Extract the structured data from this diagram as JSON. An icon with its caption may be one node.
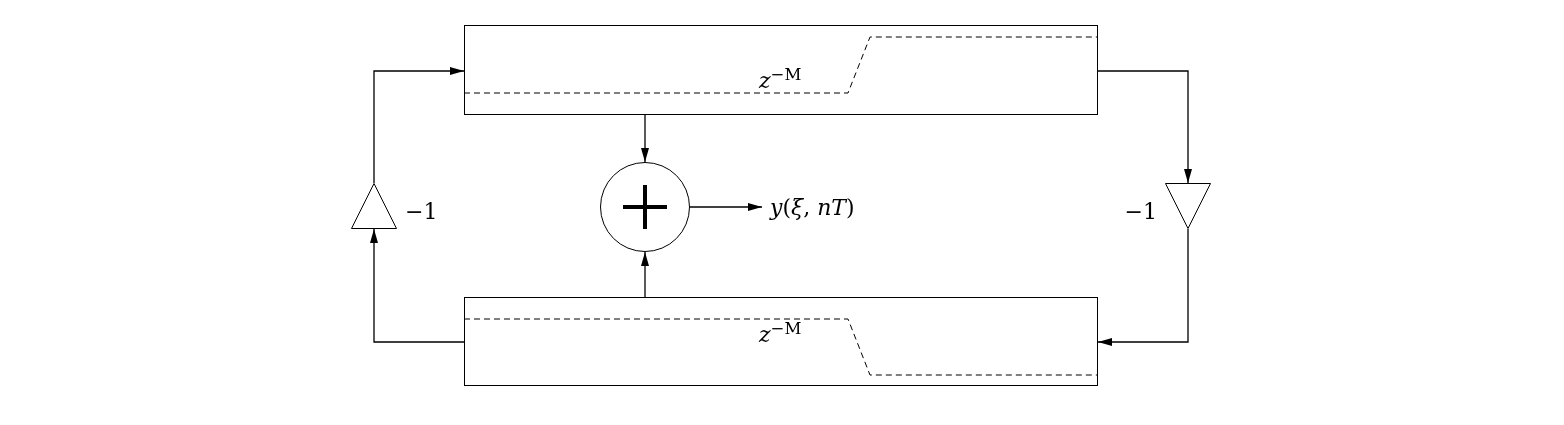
{
  "diagram": {
    "nodes": [
      {
        "text": [
          "*z*$^{−M}$"
        ]
      },
      {
        "text": [],
        "shape": "circle"
      },
      {
        "text": [
          "*y*(*ξ*, *nT*)"
        ]
      },
      {
        "text": [
          "*z*$^{−M}$"
        ]
      },
      {
        "text": [],
        "shape": "triangle",
        "beside": [
          "−1"
        ]
      },
      {
        "text": [],
        "shape": "triangle",
        "beside": [
          "−1"
        ]
      }
    ],
    "edges": [
      {
        "from": 0,
        "to": 1,
        "arrow": "to"
      },
      {
        "from": 3,
        "to": 1,
        "arrow": "to"
      },
      {
        "from": 1,
        "to": 2,
        "arrow": "to"
      },
      {
        "from": 0,
        "to": 5,
        "arrow": "to"
      },
      {
        "from": 5,
        "to": 3,
        "arrow": "to"
      },
      {
        "from": 3,
        "to": 4,
        "arrow": "to"
      },
      {
        "from": 4,
        "to": 0,
        "arrow": "to"
      }
    ]
  }
}
